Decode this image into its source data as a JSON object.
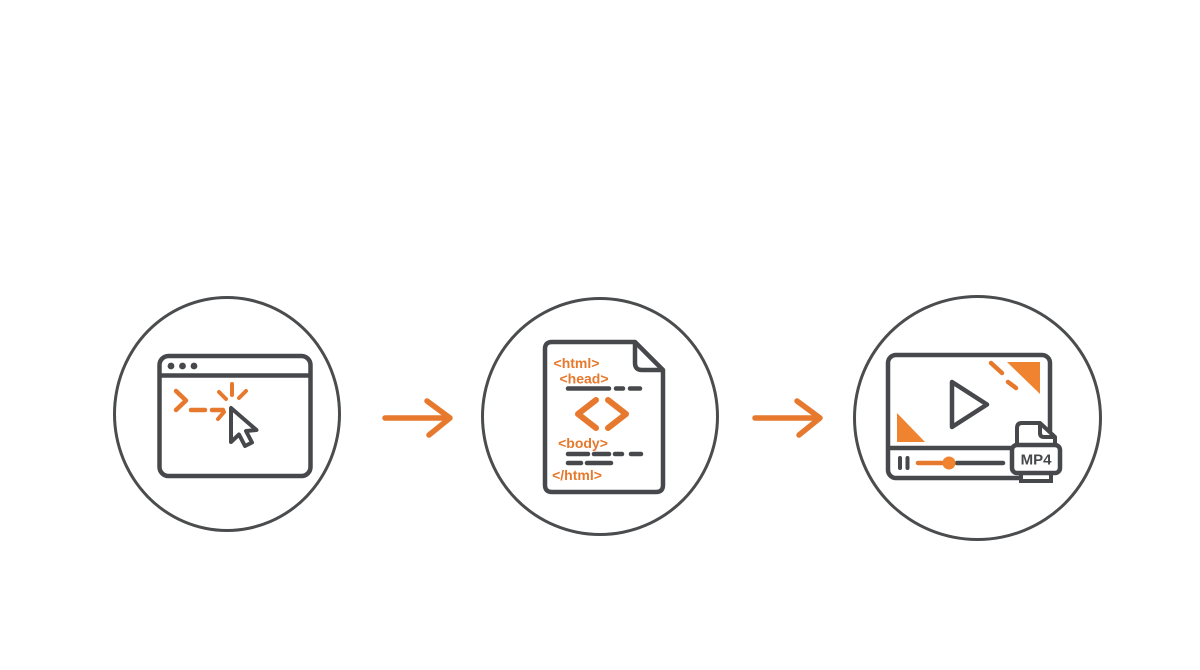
{
  "diagram": {
    "description": "three-step html-to-video process flow",
    "colors": {
      "orange": "#E6792E",
      "orange_fill": "#F0832F",
      "dark_gray": "#46484B",
      "circle_outline": "#4A4C4E",
      "background": "#FFFFFF"
    },
    "steps": [
      {
        "name": "browser-click",
        "icon": "browser-window-click-icon"
      },
      {
        "name": "html-document",
        "icon": "html-code-document-icon",
        "code": {
          "html_open": "<html>",
          "head_open": "<head>",
          "body_open": "<body>",
          "html_close": "</html>"
        }
      },
      {
        "name": "video-output",
        "icon": "video-player-mp4-icon",
        "format_label": "MP4"
      }
    ],
    "connectors": [
      {
        "name": "arrow-1",
        "icon": "arrow-right-icon"
      },
      {
        "name": "arrow-2",
        "icon": "arrow-right-icon"
      }
    ]
  }
}
